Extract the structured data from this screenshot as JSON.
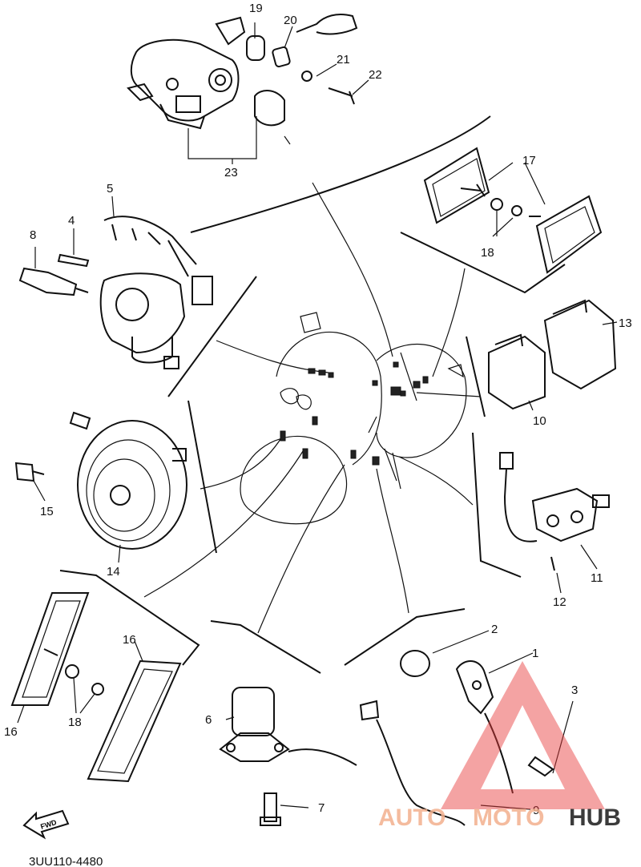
{
  "callouts": [
    "19",
    "20",
    "21",
    "22",
    "23",
    "17",
    "18",
    "5",
    "4",
    "8",
    "13",
    "10",
    "15",
    "14",
    "11",
    "12",
    "16",
    "16",
    "18",
    "2",
    "1",
    "3",
    "6",
    "7",
    "9"
  ],
  "diagram_code": "3UU110-4480",
  "fwd_label": "FWD",
  "watermark": {
    "part1": "AUTO",
    "part2": "MOTO",
    "part3": "HUB",
    "color_main": "#f3b08e",
    "color_hub": "#1a1a1a",
    "triangle_color": "#e83b3b"
  }
}
